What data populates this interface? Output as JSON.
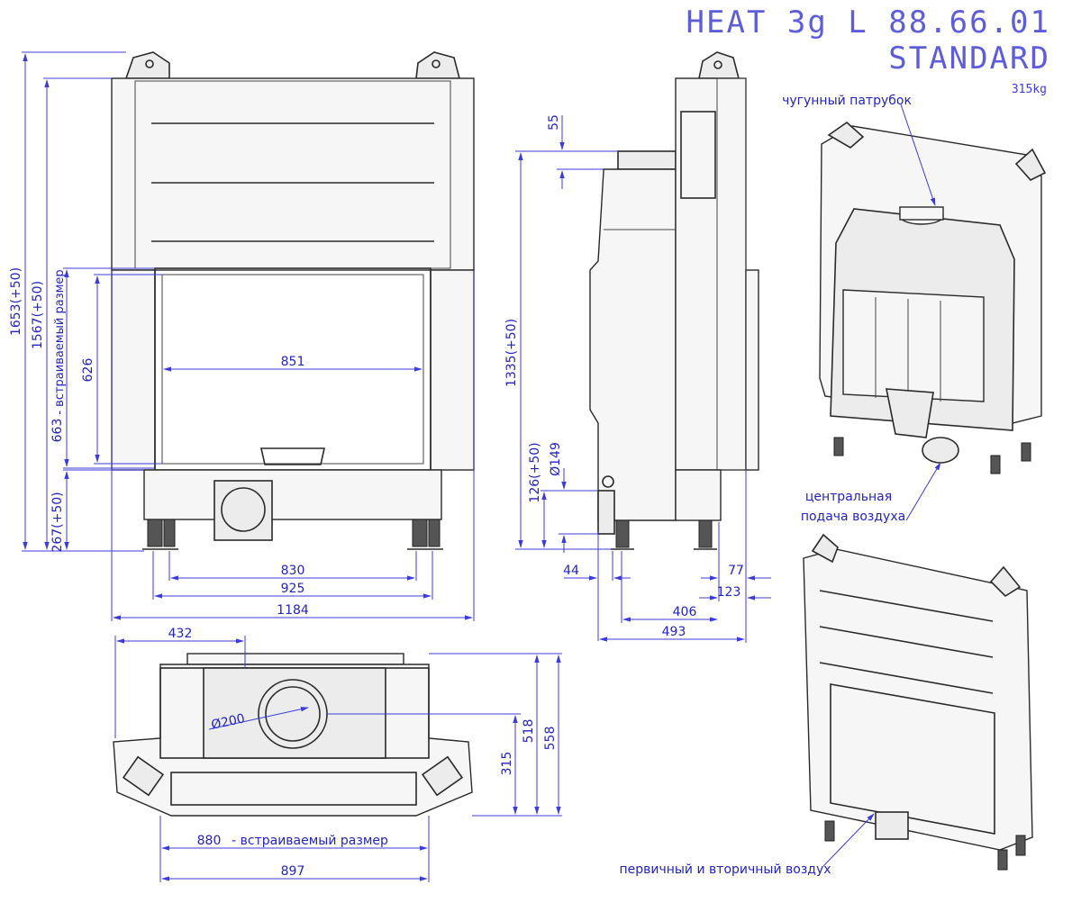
{
  "title": {
    "model": "HEAT 3g L 88.66.01",
    "variant": "STANDARD",
    "weight": "315kg"
  },
  "front_view": {
    "overall_height": "1653(+50)",
    "build_height": "1567(+50)",
    "build_height_note": "- встраиваемый размер",
    "door_height_total": "663",
    "glass_height": "626",
    "glass_width": "851",
    "foot_height": "267(+50)",
    "legs_inner": "830",
    "legs_outer": "925",
    "overall_width": "1184"
  },
  "side_view": {
    "top_offset": "55",
    "height": "1335(+50)",
    "air_height": "126(+50)",
    "air_diameter": "Ø149",
    "front_offset": "44",
    "rear_a": "77",
    "rear_b": "123",
    "depth_a": "406",
    "depth_b": "493"
  },
  "top_view": {
    "offset": "432",
    "outlet_diameter": "Ø200",
    "depth_315": "315",
    "depth_518": "518",
    "depth_558": "558",
    "build_width": "880",
    "build_width_note": "- встраиваемый размер",
    "width": "897"
  },
  "iso_labels": {
    "outlet": "чугунный патрубок",
    "central_air_1": "центральная",
    "central_air_2": "подача воздуха",
    "primary_air": "первичный и вторичный воздух"
  }
}
